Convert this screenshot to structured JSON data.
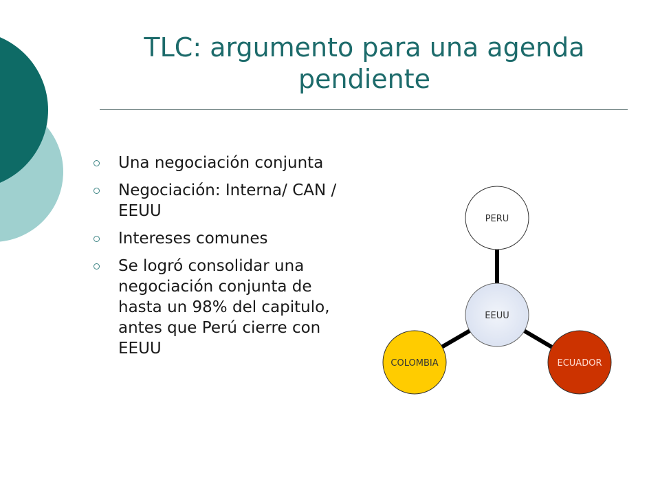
{
  "slide": {
    "title": "TLC: argumento para una agenda pendiente",
    "bullets": [
      "Una negociación conjunta",
      "Negociación: Interna/ CAN / EEUU",
      "Intereses comunes",
      "Se logró consolidar una negociación conjunta de  hasta un 98% del capitulo, antes que Perú cierre con EEUU"
    ]
  },
  "diagram": {
    "center": {
      "label": "EEUU",
      "color": "#e2e8f4"
    },
    "nodes": [
      {
        "label": "PERU",
        "color": "#ffffff"
      },
      {
        "label": "COLOMBIA",
        "color": "#ffcc00"
      },
      {
        "label": "ECUADOR",
        "color": "#cc3300"
      }
    ]
  },
  "theme": {
    "accent_dark": "#0e6b66",
    "accent_light": "#9fd0cf",
    "title_color": "#1d6b6b"
  }
}
